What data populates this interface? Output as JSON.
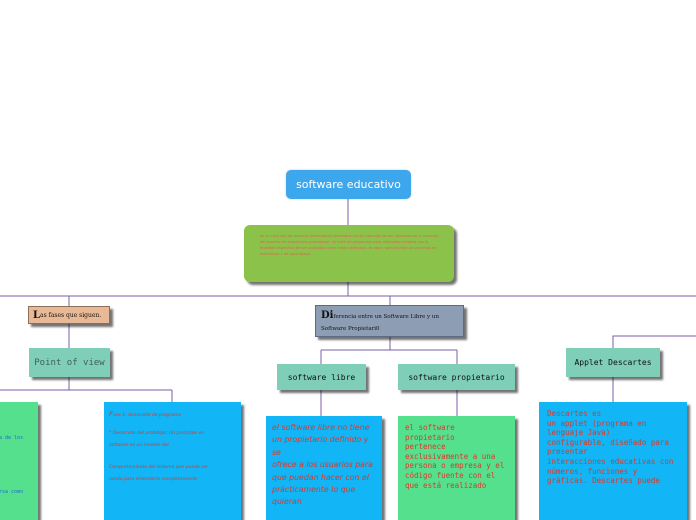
{
  "map": {
    "root": "software educativo",
    "description": "es un conjunto de recursos informáticos diseñados con la intención de ser utilizados en el contexto del proceso de enseñanza-aprendizaje. Se trata de programas para ordenador creados con la finalidad específica de ser utilizados como medio didáctico, es decir, para facilitar los procesos de enseñanza y de aprendizaje.",
    "fases": {
      "initial": "L",
      "rest": "as fases que siguen."
    },
    "diferencia": {
      "initial": "Di",
      "rest": "ferencia entre un Software Libre y un Software Propietari0"
    },
    "point_of_view": "Point of view",
    "left_partial_text": "a de los\n\n\n\n\n\nrsa como",
    "fase1": {
      "heading_cap": "F",
      "heading_rest": "ase 1: desarrollo de programa",
      "lines": [
        "* Desarrollo del prototipo: Un prototipo en",
        "software es un modelo del",
        "",
        "Comportamiento del sistema que puede ser",
        "usado para entenderlo completamente"
      ]
    },
    "software_libre": "software libre",
    "software_libre_text": "el software libre no tiene un propietario definido y se\nofrece a los usuarios para que puedan hacer con el prácticamente lo que quieran",
    "software_propietario": "software propietario",
    "software_propietario_text": "el software propietario\npertenece exclusivamente a una persona o empresa y el\ncódigo fuente con el que está realizado",
    "applet": "Applet Descartes",
    "applet_text": "Descartes es\nun applet (programa en lenguaje Java)\nconfigurable, diseñado para presentar\ninteracciones educativas con\nnúmeros, funciones y gráficas. Descartes puede"
  },
  "colors": {
    "root": "#3da7ee",
    "description": "#8bc34a",
    "connector": "#7b5fa8",
    "teal": "#7fcfb8",
    "blue_box": "#12b5f5",
    "green_box": "#55e08d",
    "text_red": "#d93a2b"
  }
}
